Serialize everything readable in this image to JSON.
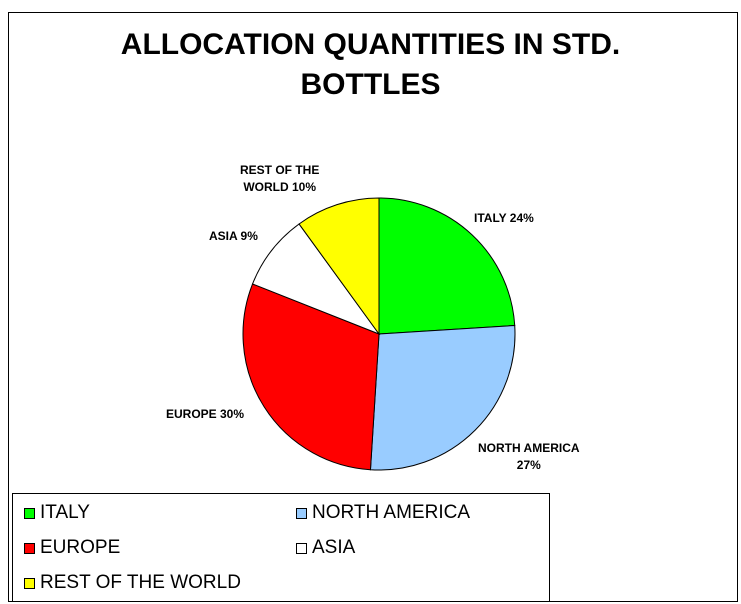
{
  "chart_data": {
    "type": "pie",
    "title": "ALLOCATION QUANTITIES IN STD. BOTTLES",
    "title_lines": [
      "ALLOCATION QUANTITIES IN STD.",
      "BOTTLES"
    ],
    "slices": [
      {
        "name": "ITALY",
        "value": 24,
        "color": "#00ff00",
        "label_lines": [
          "ITALY 24%"
        ]
      },
      {
        "name": "NORTH AMERICA",
        "value": 27,
        "color": "#99ccff",
        "label_lines": [
          "NORTH AMERICA",
          "27%"
        ]
      },
      {
        "name": "EUROPE",
        "value": 30,
        "color": "#ff0000",
        "label_lines": [
          "EUROPE 30%"
        ]
      },
      {
        "name": "ASIA",
        "value": 9,
        "color": "#ffffff",
        "label_lines": [
          "ASIA 9%"
        ]
      },
      {
        "name": "REST OF THE WORLD",
        "value": 10,
        "color": "#ffff00",
        "label_lines": [
          "REST OF THE",
          "WORLD 10%"
        ]
      }
    ],
    "legend": {
      "placement": "bottom-left",
      "entries": [
        "ITALY",
        "NORTH AMERICA",
        "EUROPE",
        "ASIA",
        "REST OF THE WORLD"
      ]
    }
  }
}
